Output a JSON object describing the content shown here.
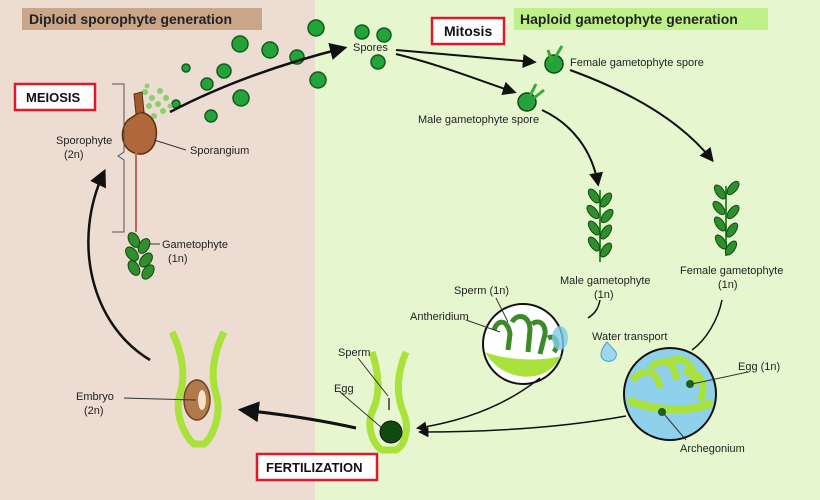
{
  "headers": {
    "diploid": "Diploid sporophyte generation",
    "haploid": "Haploid gametophyte generation"
  },
  "stages": {
    "meiosis": "MEIOSIS",
    "mitosis": "Mitosis",
    "fertilization": "FERTILIZATION"
  },
  "labels": {
    "spores": "Spores",
    "female_spore": "Female gametophyte spore",
    "male_spore": "Male gametophyte spore",
    "sporophyte": "Sporophyte",
    "sporophyte_ploidy": "(2n)",
    "sporangium": "Sporangium",
    "gametophyte": "Gametophyte",
    "gametophyte_ploidy": "(1n)",
    "male_gametophyte": "Male gametophyte",
    "male_gametophyte_ploidy": "(1n)",
    "female_gametophyte": "Female gametophyte",
    "female_gametophyte_ploidy": "(1n)",
    "sperm_1n": "Sperm (1n)",
    "antheridium": "Antheridium",
    "water_transport": "Water transport",
    "egg_1n": "Egg (1n)",
    "archegonium": "Archegonium",
    "sperm": "Sperm",
    "egg": "Egg",
    "embryo": "Embryo",
    "embryo_ploidy": "(2n)"
  },
  "colors": {
    "diploid_bg": "#ecdcd2",
    "haploid_bg": "#e6f7cf",
    "diploid_header_bg": "#c9a58a",
    "haploid_header_bg": "#bff08a",
    "box_border": "#e0192a",
    "spore_fill": "#24a33b",
    "plant_green": "#2f8f2f",
    "tube_green": "#a9e23a",
    "water_blue": "#7fcbe8"
  }
}
